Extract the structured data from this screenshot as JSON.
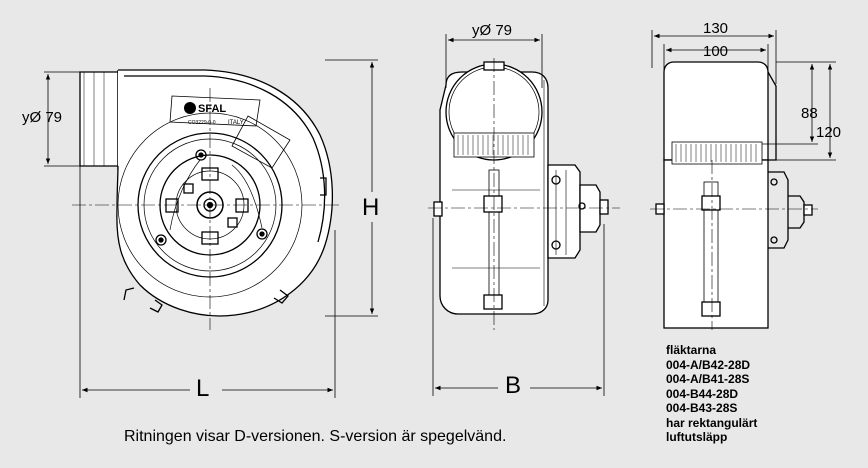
{
  "labels": {
    "front_diameter": "yØ 79",
    "side_diameter": "yØ 79",
    "height": "H",
    "length": "L",
    "breadth": "B",
    "top_width_outer": "130",
    "top_width_inner": "100",
    "top_height_inner": "88",
    "top_height_outer": "120",
    "brand": "SFAL",
    "origin": "ITALY"
  },
  "note_lines": [
    "fläktarna",
    "004-A/B42-28D",
    "004-A/B41-28S",
    "004-B44-28D",
    "004-B43-28S",
    "har rektangulärt",
    "luftutsläpp"
  ],
  "caption": "Ritningen visar D-versionen. S-version är spegelvänd."
}
